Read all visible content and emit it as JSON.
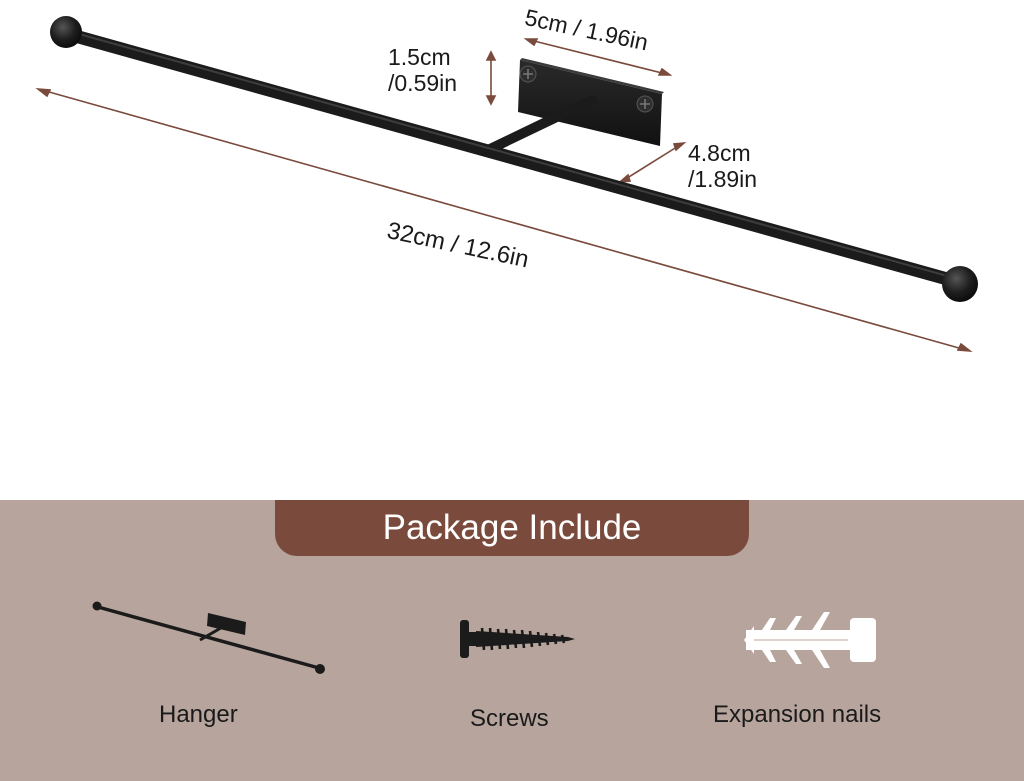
{
  "dimensions": {
    "bracket_width": "5cm / 1.96in",
    "bracket_height_top": "1.5cm",
    "bracket_height_bottom": "/0.59in",
    "depth_top": "4.8cm",
    "depth_bottom": "/1.89in",
    "length": "32cm / 12.6in"
  },
  "package": {
    "title": "Package Include",
    "items": [
      {
        "label": "Hanger",
        "icon": "hanger-icon"
      },
      {
        "label": "Screws",
        "icon": "screw-icon"
      },
      {
        "label": "Expansion nails",
        "icon": "expansion-nail-icon"
      }
    ]
  },
  "colors": {
    "accent": "#7a4a3c",
    "panel": "#b7a59d",
    "dimension_line": "#7a4a3c",
    "product": "#1b1b1b"
  }
}
